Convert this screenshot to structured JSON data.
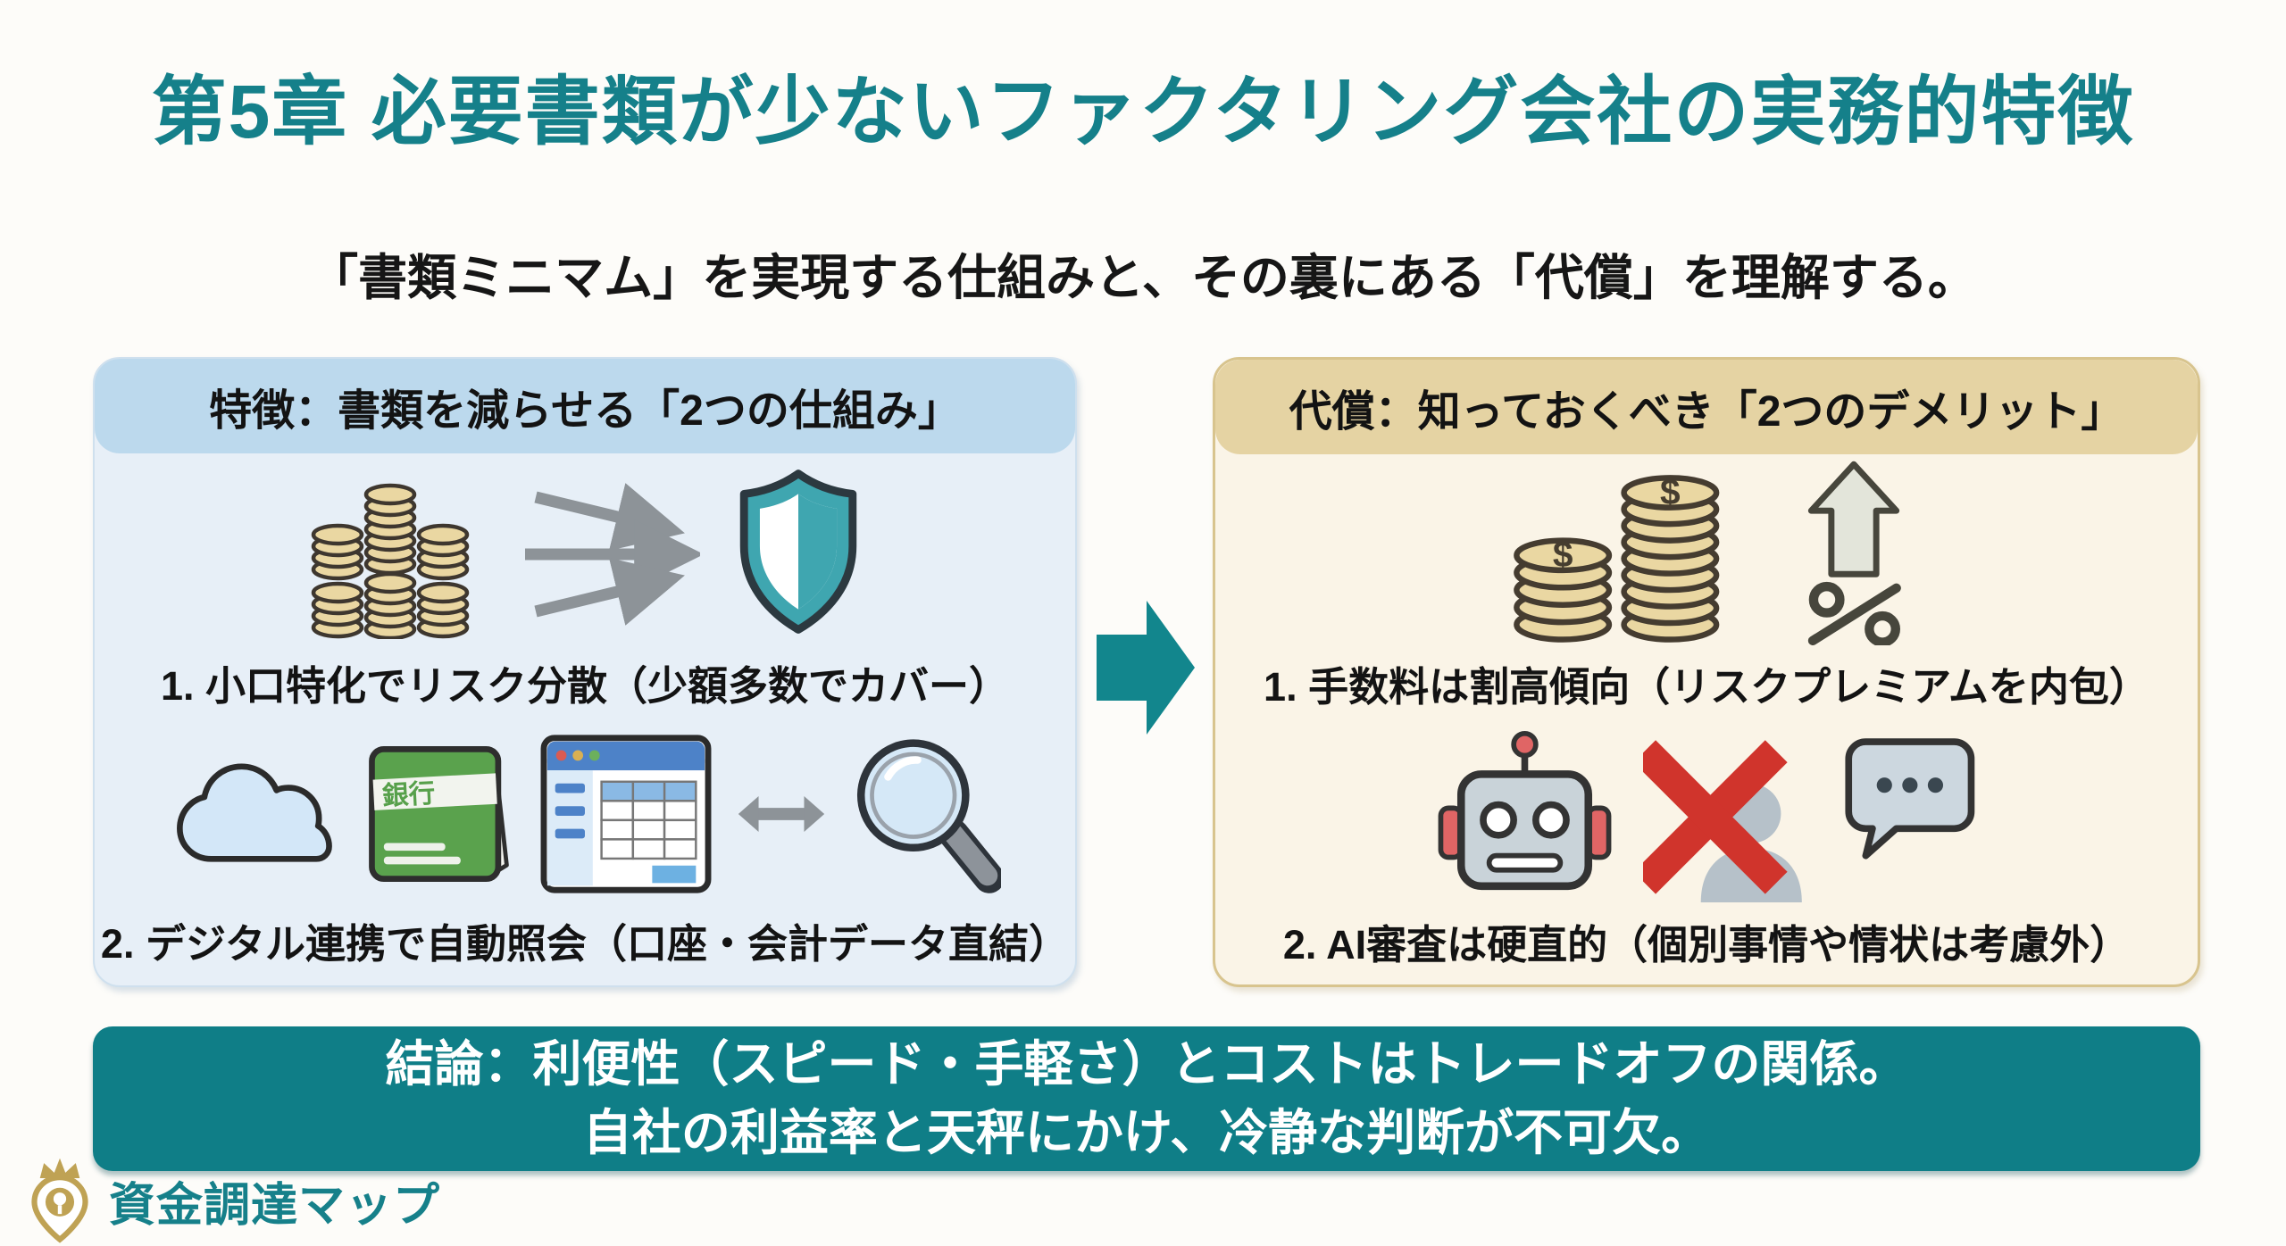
{
  "title": "第5章 必要書類が少ないファクタリング会社の実務的特徴",
  "subtitle": "「書類ミニマム」を実現する仕組みと、その裏にある「代償」を理解する。",
  "left_box": {
    "header": "特徴：書類を減らせる「2つの仕組み」",
    "items": [
      {
        "label": "1. 小口特化でリスク分散（少額多数でカバー）"
      },
      {
        "label": "2. デジタル連携で自動照会（口座・会計データ直結）"
      }
    ],
    "bankbook_text": "銀行"
  },
  "right_box": {
    "header": "代償：知っておくべき「2つのデメリット」",
    "items": [
      {
        "label": "1. 手数料は割高傾向（リスクプレミアムを内包）"
      },
      {
        "label": "2. AI審査は硬直的（個別事情や情状は考慮外）"
      }
    ],
    "dollar_sign": "$"
  },
  "conclusion": {
    "line1": "結論：利便性（スピード・手軽さ）とコストはトレードオフの関係。",
    "line2": "自社の利益率と天秤にかけ、冷静な判断が不可欠。"
  },
  "footer": {
    "brand": "資金調達マップ"
  },
  "colors": {
    "accent_teal": "#15808a",
    "banner_bg": "#0f7e87",
    "left_header_bg": "#bcd9ed",
    "left_body_bg": "#e7eff7",
    "right_header_bg": "#e5d3a3",
    "right_body_bg": "#faf4e7",
    "right_border": "#d8c48e",
    "coin_gold": "#ead7a2",
    "shield_teal": "#3fa6b0",
    "error_red": "#d0342c",
    "brand_gold": "#bfa254"
  }
}
